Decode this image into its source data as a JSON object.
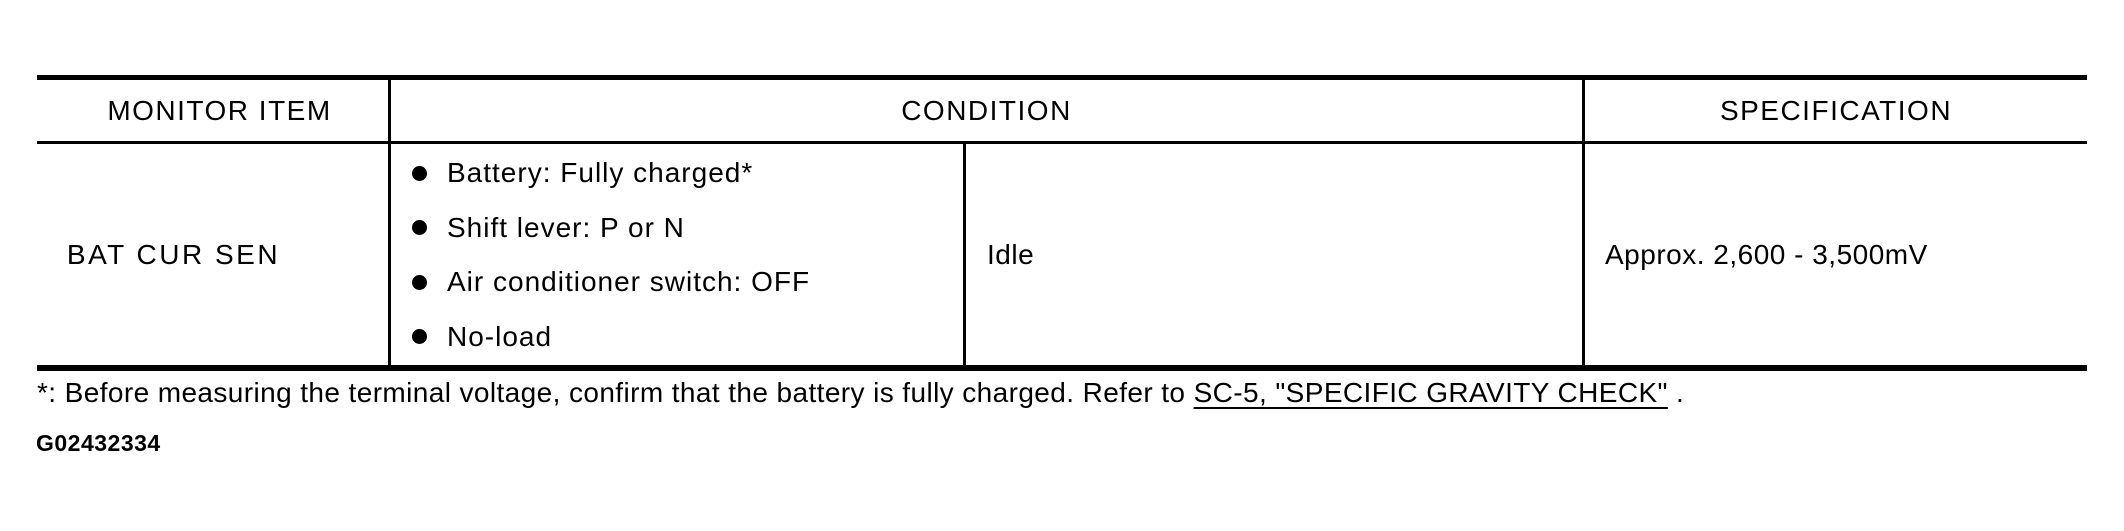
{
  "table": {
    "headers": {
      "monitor_item": "MONITOR ITEM",
      "condition": "CONDITION",
      "specification": "SPECIFICATION"
    },
    "row": {
      "monitor_item": "BAT CUR SEN",
      "conditions": [
        "Battery: Fully charged*",
        "Shift lever: P or N",
        "Air conditioner switch: OFF",
        "No-load"
      ],
      "condition_state": "Idle",
      "specification": "Approx. 2,600 - 3,500mV"
    }
  },
  "footnote": {
    "prefix": "*: Before measuring the terminal voltage, confirm that the battery is fully charged. Refer to ",
    "link_text": "SC-5, \"SPECIFIC GRAVITY CHECK\"",
    "suffix": " ."
  },
  "figure_code": "G02432334",
  "colors": {
    "ink": "#000000",
    "background": "#ffffff"
  }
}
